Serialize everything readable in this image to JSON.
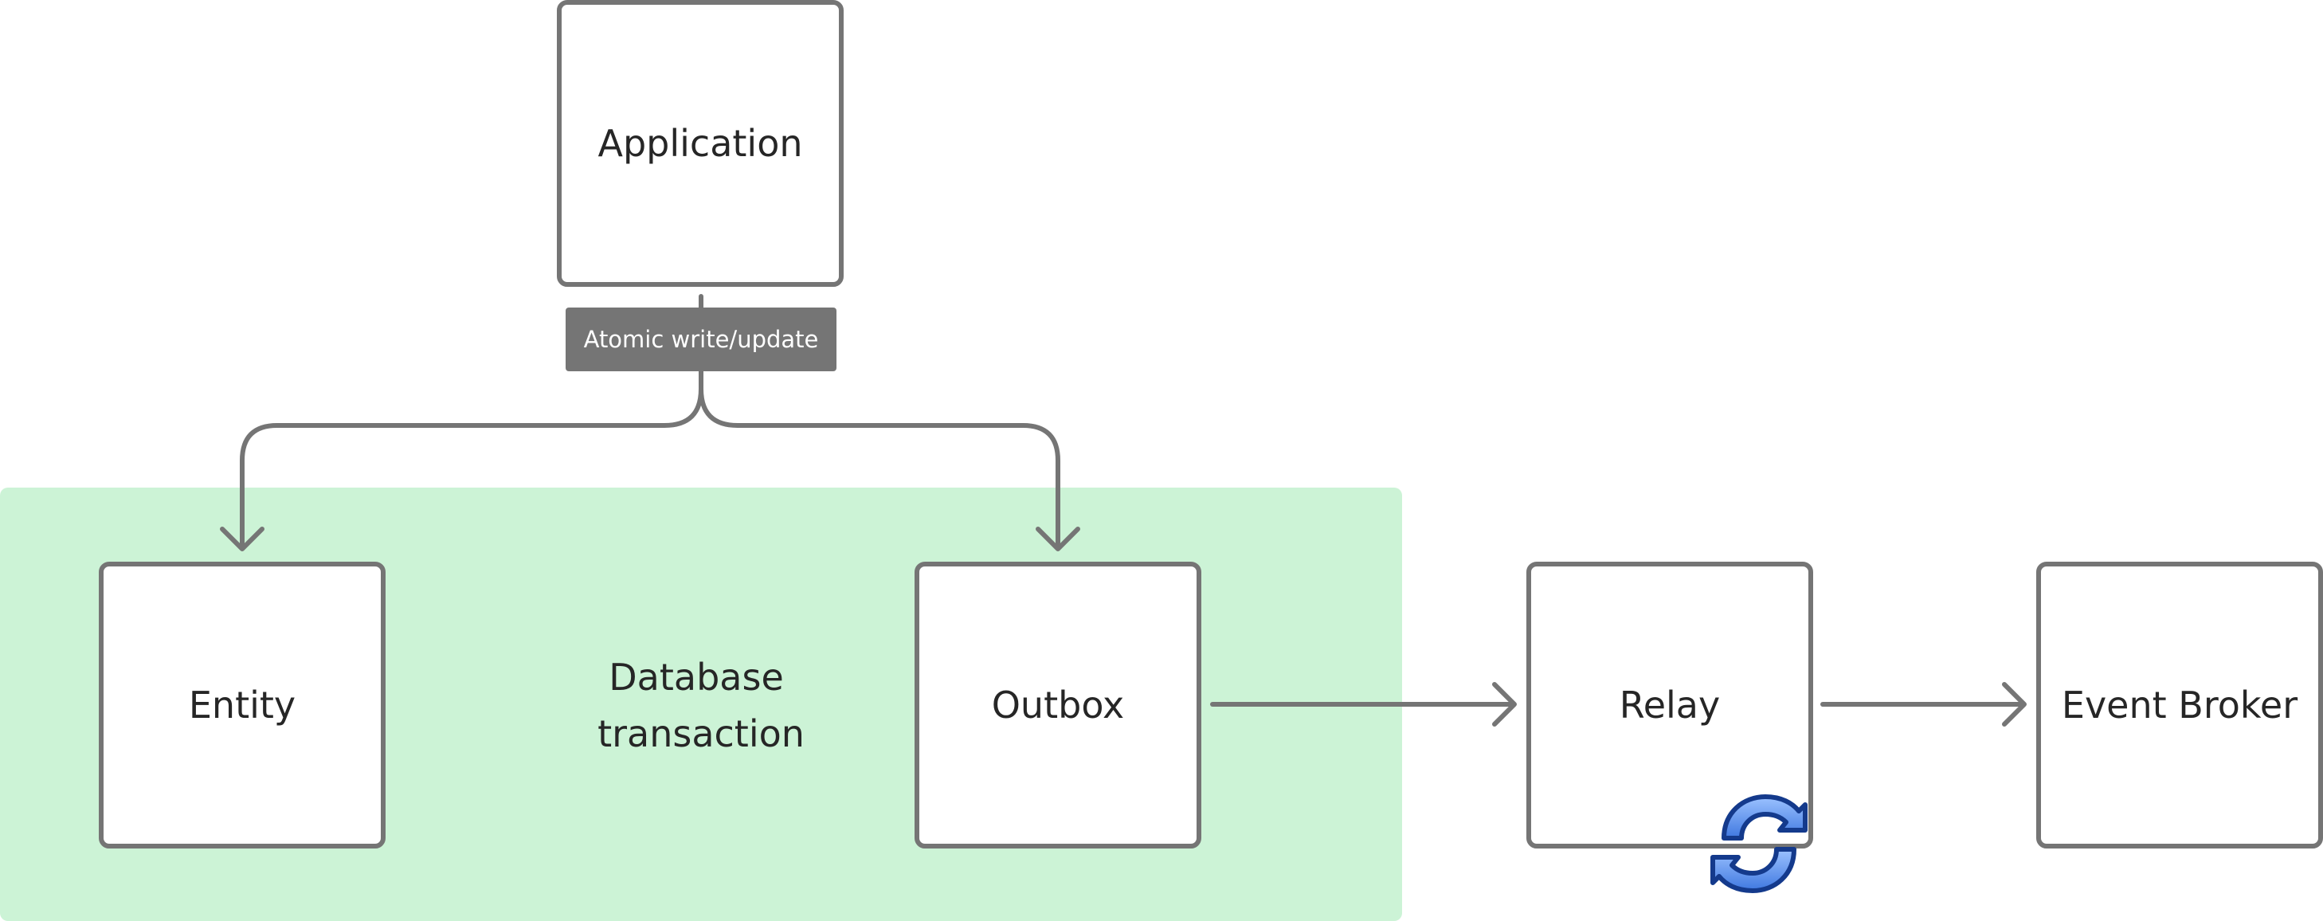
{
  "diagram": {
    "region_label_line1": "Database",
    "region_label_line2": "transaction",
    "edge_label": "Atomic write/update",
    "nodes": {
      "application": "Application",
      "entity": "Entity",
      "outbox": "Outbox",
      "relay": "Relay",
      "event_broker": "Event Broker"
    },
    "relay_badge_icon": "refresh-icon"
  },
  "colors": {
    "region_fill": "#ccf3d6",
    "node_stroke": "#757575",
    "edge_label_fill": "#757575",
    "icon_fill": "#5b93ee",
    "icon_stroke": "#143a8c"
  }
}
